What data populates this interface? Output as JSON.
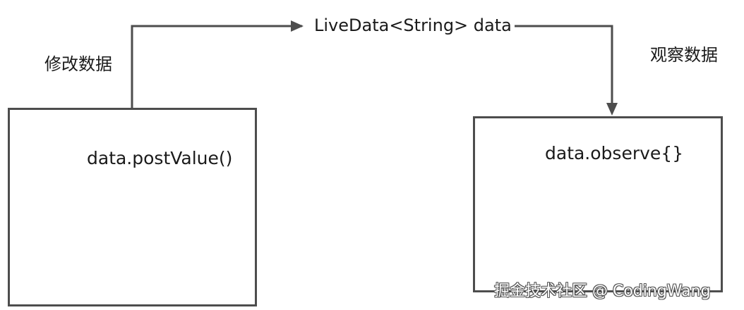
{
  "diagram": {
    "flow_label": "LiveData<String> data",
    "left_box": {
      "code": "data.postValue()",
      "caption": "修改数据"
    },
    "right_box": {
      "code": "data.observe{}",
      "caption": "观察数据"
    }
  },
  "watermark": {
    "text": "掘金技术社区 @ CodingWang"
  },
  "colors": {
    "stroke": "#4d4d4d",
    "text": "#1a1a1a",
    "background": "#ffffff"
  }
}
